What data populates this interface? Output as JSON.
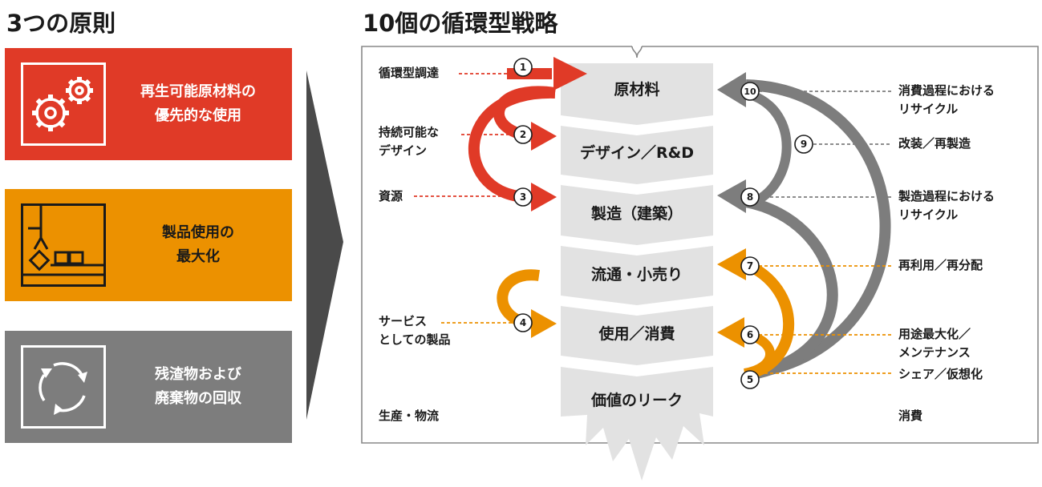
{
  "principles": {
    "title": "3つの原則",
    "items": [
      {
        "line1": "再生可能原材料の",
        "line2": "優先的な使用",
        "color": "#e03a27",
        "icon": "gears-icon"
      },
      {
        "line1": "製品使用の",
        "line2": "最大化",
        "color": "#ec9100",
        "icon": "robot-arm-icon"
      },
      {
        "line1": "残渣物および",
        "line2": "廃棄物の回収",
        "color": "#7d7d7d",
        "icon": "recycle-cycle-icon"
      }
    ]
  },
  "strategies": {
    "title": "10個の循環型戦略",
    "stages": [
      "原材料",
      "デザイン／R&D",
      "製造（建築）",
      "流通・小売り",
      "使用／消費",
      "価値のリーク"
    ],
    "left_labels": {
      "l1": {
        "num": "1",
        "line1": "循環型調達"
      },
      "l2": {
        "num": "2",
        "line1": "持続可能な",
        "line2": "デザイン"
      },
      "l3": {
        "num": "3",
        "line1": "資源"
      },
      "l4": {
        "num": "4",
        "line1": "サービス",
        "line2": "としての製品"
      }
    },
    "right_labels": {
      "r5": {
        "num": "5",
        "line1": "シェア／仮想化"
      },
      "r6": {
        "num": "6",
        "line1": "用途最大化／",
        "line2": "メンテナンス"
      },
      "r7": {
        "num": "7",
        "line1": "再利用／再分配"
      },
      "r8": {
        "num": "8",
        "line1": "製造過程における",
        "line2": "リサイクル"
      },
      "r9": {
        "num": "9",
        "line1": "改装／再製造"
      },
      "r10": {
        "num": "10",
        "line1": "消費過程における",
        "line2": "リサイクル"
      }
    },
    "corners": {
      "left": "生産・物流",
      "right": "消費"
    }
  },
  "colors": {
    "red": "#e03a27",
    "orange": "#ec9100",
    "gray": "#7d7d7d",
    "stage_fill": "#e2e2e2",
    "chevron": "#4a4a4a"
  }
}
